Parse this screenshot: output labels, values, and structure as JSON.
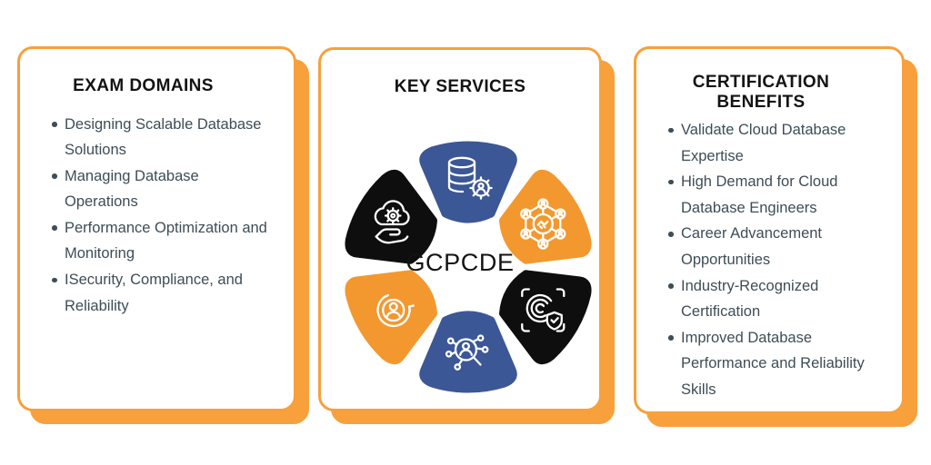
{
  "colors": {
    "accent_orange": "#F7A03C",
    "segment_orange": "#F2982F",
    "segment_blue": "#3C5795",
    "segment_black": "#0E0E0E",
    "title_text": "#131313",
    "body_text": "#3E4D56",
    "icon_stroke": "#FFFFFF",
    "background": "#FFFFFF"
  },
  "panels": {
    "exam_domains": {
      "title": "EXAM DOMAINS",
      "items": [
        "Designing Scalable Database\nSolutions",
        "Managing Database\nOperations",
        "Performance Optimization and\nMonitoring",
        "ISecurity, Compliance, and\nReliability"
      ]
    },
    "key_services": {
      "title": "KEY SERVICES",
      "center_label": "GCPCDE",
      "segments": [
        {
          "position": "top",
          "icon": "database-gear-icon",
          "color": "#3C5795"
        },
        {
          "position": "upper-right",
          "icon": "handshake-network-icon",
          "color": "#F2982F"
        },
        {
          "position": "lower-right",
          "icon": "fingerprint-shield-icon",
          "color": "#0E0E0E"
        },
        {
          "position": "bottom",
          "icon": "user-network-icon",
          "color": "#3C5795"
        },
        {
          "position": "lower-left",
          "icon": "user-refresh-icon",
          "color": "#F2982F"
        },
        {
          "position": "upper-left",
          "icon": "cloud-gear-hand-icon",
          "color": "#0E0E0E"
        }
      ]
    },
    "certification_benefits": {
      "title": "CERTIFICATION\nBENEFITS",
      "items": [
        "Validate Cloud Database\nExpertise",
        "High Demand for Cloud\nDatabase Engineers",
        "Career Advancement\nOpportunities",
        "Industry-Recognized\nCertification",
        "Improved Database\nPerformance and Reliability\nSkills"
      ]
    }
  }
}
